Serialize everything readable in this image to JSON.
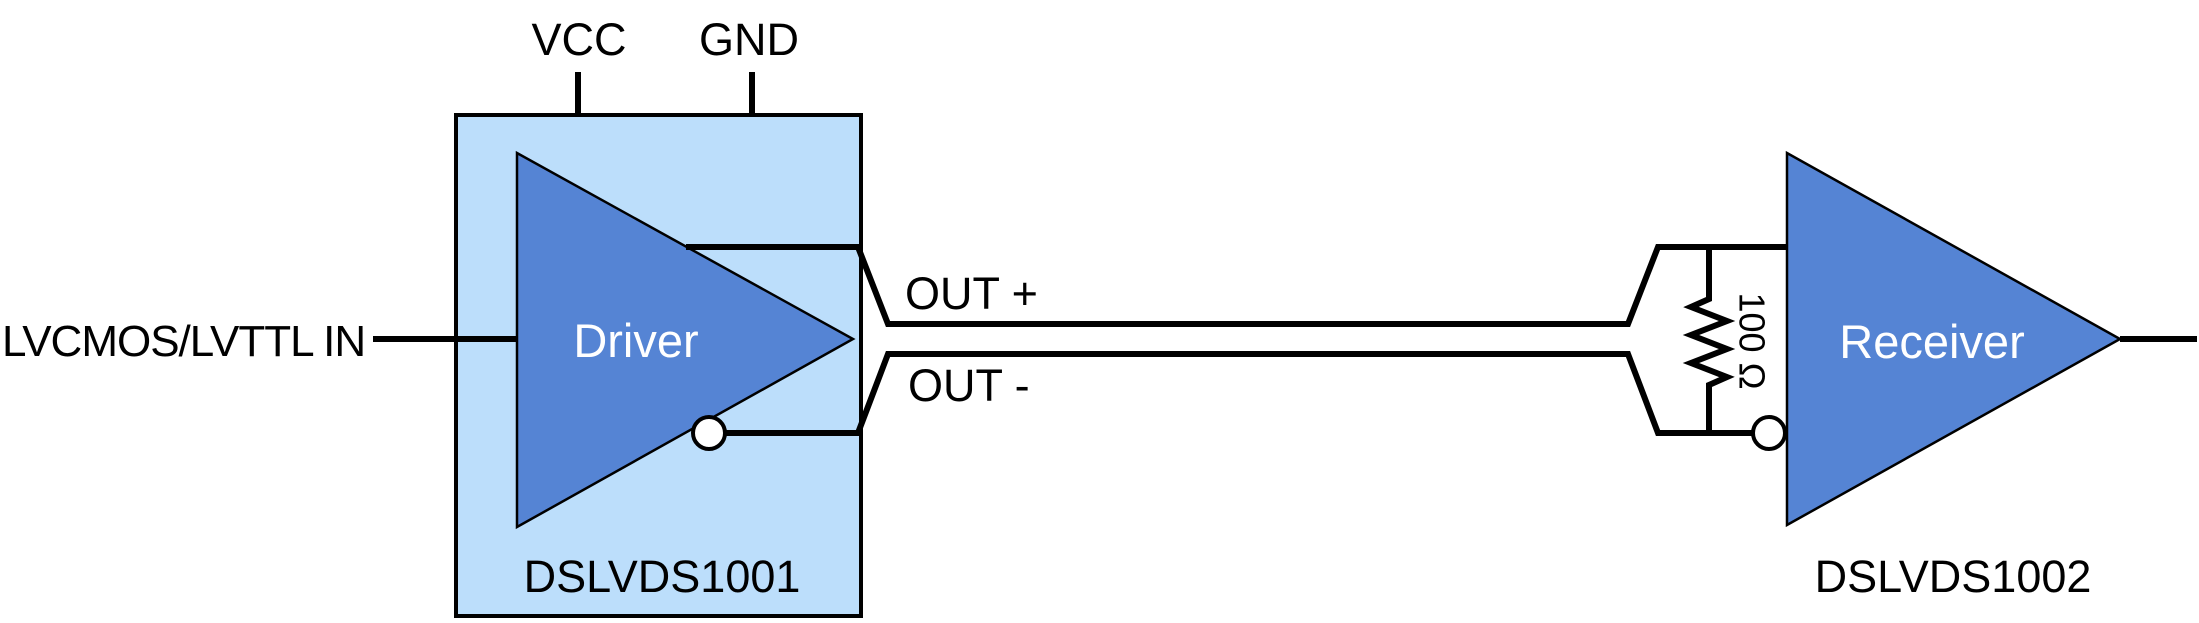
{
  "colors": {
    "background": "#FFFFFF",
    "block_fill": "#BCDEFB",
    "amplifier_fill": "#5584D4",
    "wire": "#000000",
    "bubble_fill": "#FFFFFF",
    "label_text": "#000000",
    "amplifier_text": "#FFFFFF"
  },
  "driver": {
    "label": "Driver",
    "part_number": "DSLVDS1001",
    "vcc_pin": "VCC",
    "gnd_pin": "GND",
    "input_label": "LVCMOS/LVTTL IN"
  },
  "transmission": {
    "out_plus_label": "OUT +",
    "out_minus_label": "OUT -",
    "termination_resistor": "100 Ω"
  },
  "receiver": {
    "label": "Receiver",
    "part_number": "DSLVDS1002"
  }
}
